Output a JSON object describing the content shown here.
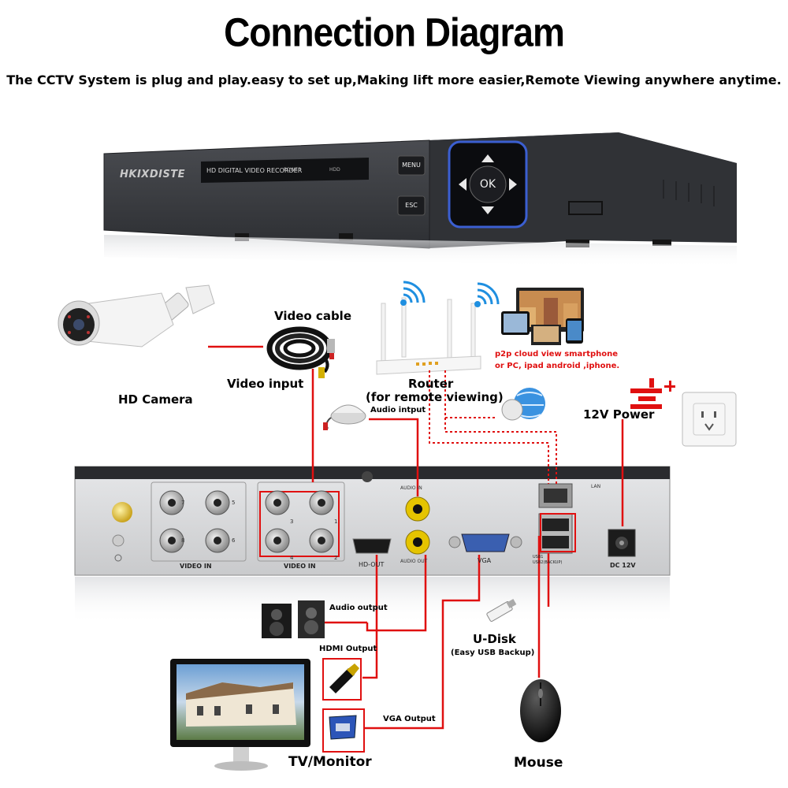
{
  "title": "Connection Diagram",
  "subtitle": "The CCTV System is plug and play.easy to set up,Making lift more easier,Remote Viewing anywhere anytime.",
  "dvr_front": {
    "brand": "HKIXDISTE",
    "panel_text": "HD DIGITAL VIDEO RECORDER",
    "power_text": "POWER",
    "hdd_text": "HDD",
    "menu_label": "MENU",
    "esc_label": "ESC",
    "ok_label": "OK"
  },
  "dvr_back": {
    "video_in_label_1": "VIDEO IN",
    "video_in_label_2": "VIDEO IN",
    "port_numbers_group1": [
      "7",
      "5",
      "8",
      "6"
    ],
    "port_numbers_group2": [
      "3",
      "1",
      "4",
      "2"
    ],
    "audio_in_label": "AUDIO IN",
    "audio_out_label": "AUDIO OUT",
    "hdmi_label": "HD-OUT",
    "vga_label": "VGA",
    "usb_label_1": "USB1",
    "usb_label_2": "USB2(BACKUP)",
    "lan_label": "LAN",
    "dc_label": "DC 12V"
  },
  "labels": {
    "hd_camera": "HD Camera",
    "video_cable": "Video cable",
    "video_input": "Video input",
    "router": "Router",
    "router_note": "(for remote viewing)",
    "p2p_line1": "p2p cloud  view smartphone",
    "p2p_line2": "or PC, ipad android ,iphone.",
    "audio_input": "Audio intput",
    "power": "12V Power",
    "audio_output": "Audio output",
    "hdmi_output": "HDMI Output",
    "vga_output": "VGA Output",
    "u_disk": "U-Disk",
    "usb_backup": "(Easy USB Backup)",
    "tv_monitor": "TV/Monitor",
    "mouse": "Mouse"
  },
  "colors": {
    "connector_line": "#e01010",
    "dvr_body": "#3a3c40",
    "back_panel": "#d9dadc",
    "wifi": "#1f8fe0"
  }
}
